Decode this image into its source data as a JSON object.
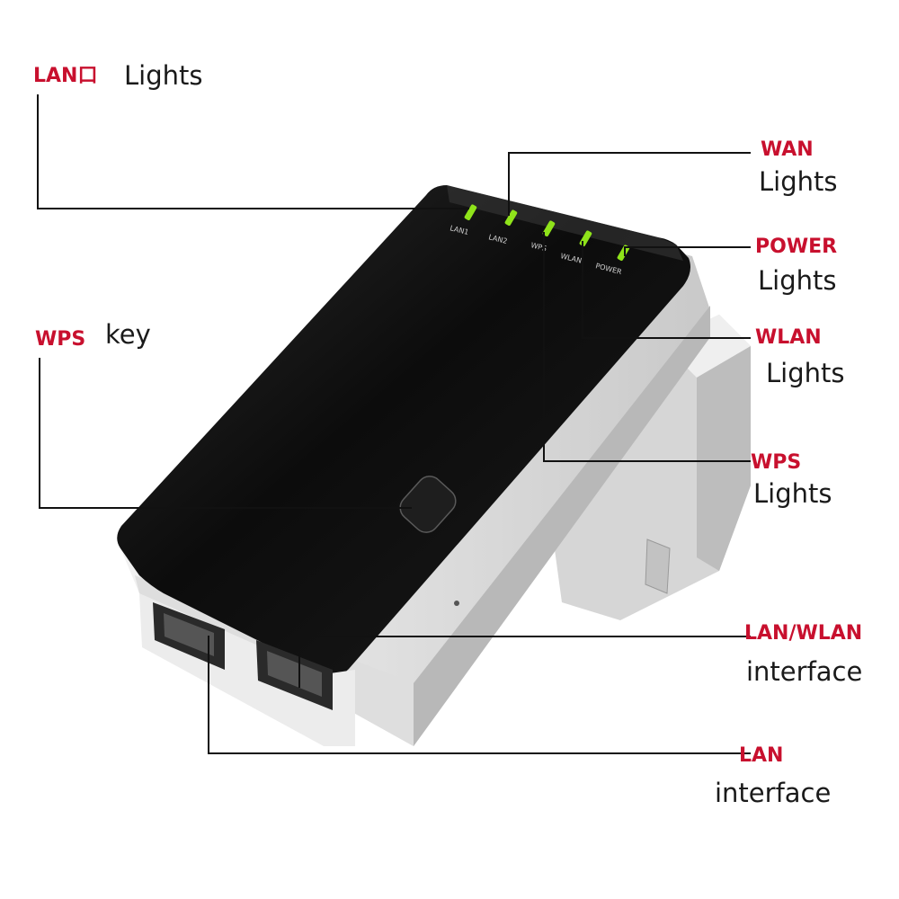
{
  "colors": {
    "accent": "#c8102e",
    "led": "#8fe31a",
    "device_top": "#111111",
    "device_body": "#e4e4e4"
  },
  "callouts": {
    "lan_lights": {
      "code": "LAN口",
      "desc": "Lights"
    },
    "wan_lights": {
      "code": "WAN",
      "desc": "Lights"
    },
    "power_lights": {
      "code": "POWER",
      "desc": "Lights"
    },
    "wps_key": {
      "code": "WPS",
      "desc": "key"
    },
    "wlan_lights": {
      "code": "WLAN",
      "desc": "Lights"
    },
    "wps_lights": {
      "code": "WPS",
      "desc": "Lights"
    },
    "lan_wlan_interface": {
      "code": "LAN/WLAN",
      "desc": "interface"
    },
    "lan_interface": {
      "code": "LAN",
      "desc": "interface"
    }
  },
  "device": {
    "led_labels": [
      "LAN1",
      "LAN2",
      "WPS",
      "WLAN",
      "POWER"
    ]
  }
}
